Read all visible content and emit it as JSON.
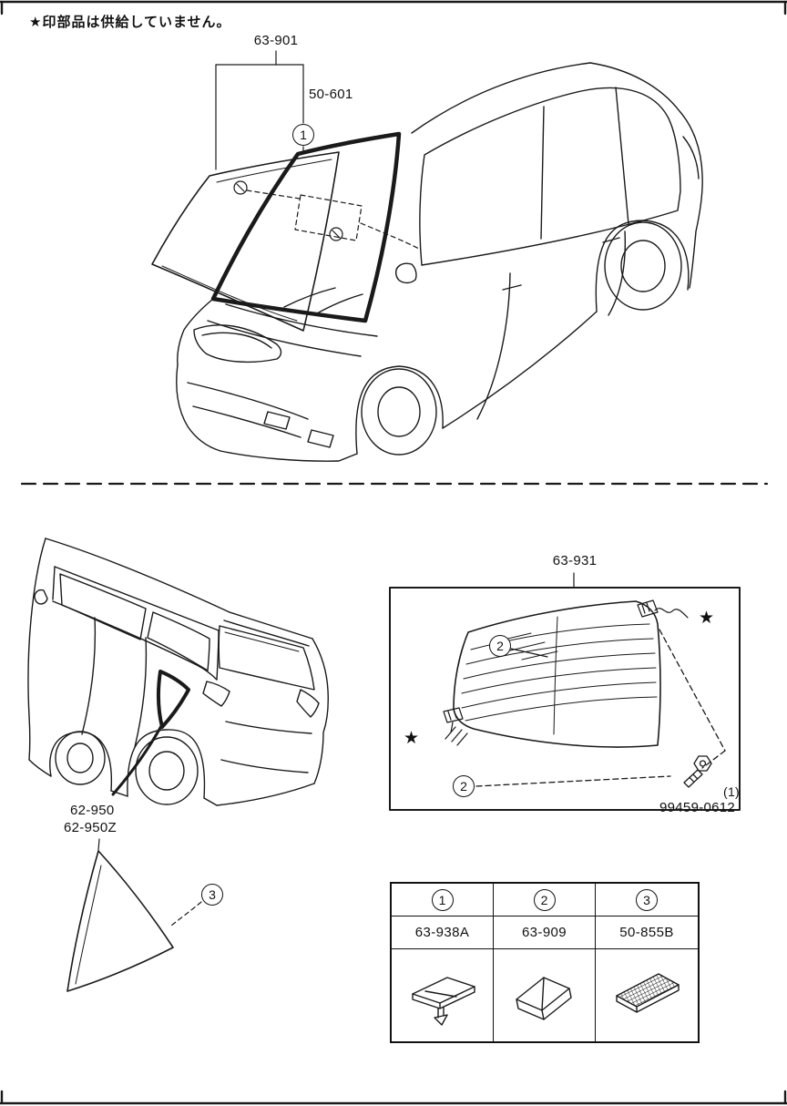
{
  "note": "★印部品は供給していません。",
  "front_section": {
    "glass_label": "63-901",
    "molding_label": "50-601",
    "callout_1": "1"
  },
  "rear_section": {
    "quarter_glass_label_a": "62-950",
    "quarter_glass_label_b": "62-950Z",
    "callout_3": "3",
    "back_glass_label": "63-931",
    "callout_2": "2",
    "star": "★",
    "bolt_callout": "(1)",
    "bolt_part_number": "99459-0612"
  },
  "legend_table": {
    "columns": [
      {
        "callout": "1",
        "part_number": "63-938A",
        "icon": "molding-clip-icon"
      },
      {
        "callout": "2",
        "part_number": "63-909",
        "icon": "glass-spacer-icon"
      },
      {
        "callout": "3",
        "part_number": "50-855B",
        "icon": "mesh-pad-icon"
      }
    ]
  }
}
